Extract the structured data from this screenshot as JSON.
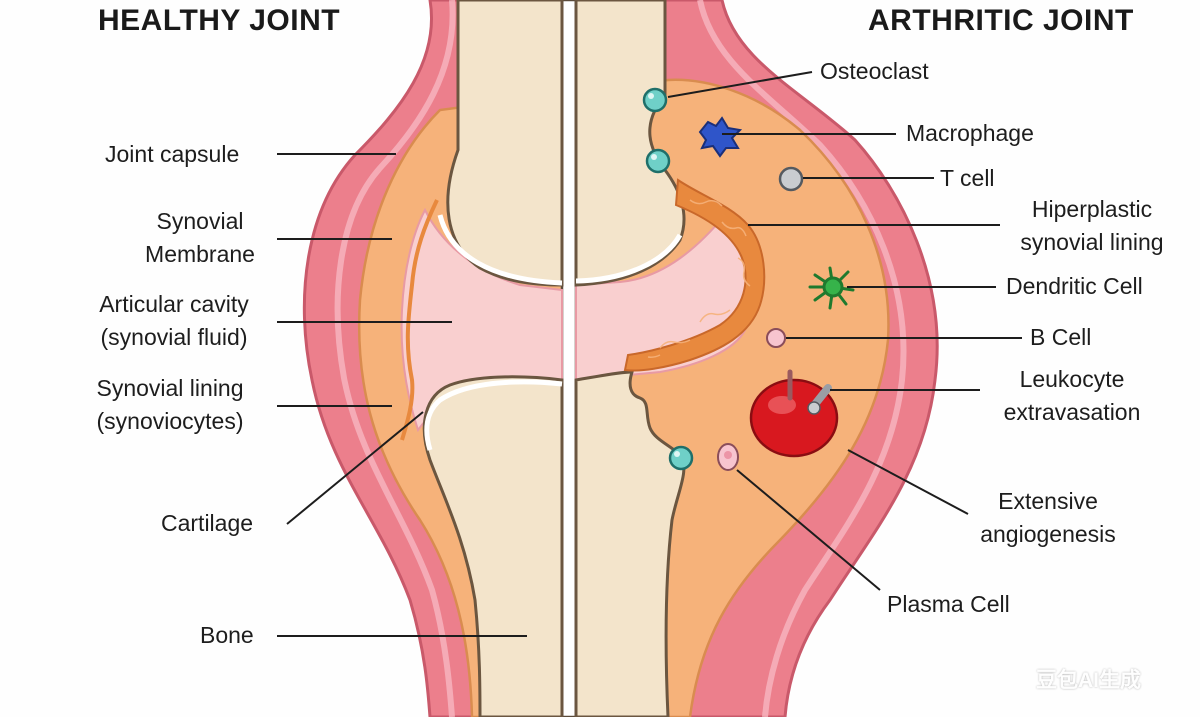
{
  "titles": {
    "left": "HEALTHY JOINT",
    "right": "ARTHRITIC JOINT"
  },
  "healthy_labels": {
    "joint_capsule": "Joint capsule",
    "synovial_membrane": [
      "Synovial",
      "Membrane"
    ],
    "articular_cavity": [
      "Articular cavity",
      "(synovial fluid)"
    ],
    "synovial_lining": [
      "Synovial lining",
      "(synoviocytes)"
    ],
    "cartilage": "Cartilage",
    "bone": "Bone"
  },
  "arthritic_labels": {
    "osteoclast": "Osteoclast",
    "macrophage": "Macrophage",
    "t_cell": "T cell",
    "hyperplastic_lining": [
      "Hiperplastic",
      "synovial lining"
    ],
    "dendritic_cell": "Dendritic Cell",
    "b_cell": "B Cell",
    "leukocyte_extravasation": [
      "Leukocyte",
      "extravasation"
    ],
    "extensive_angiogenesis": [
      "Extensive",
      "angiogenesis"
    ],
    "plasma_cell": "Plasma Cell"
  },
  "watermark": "豆包AI生成",
  "colors": {
    "capsule": "#ec7f8c",
    "capsule_light": "#f6b9c0",
    "membrane_fill": "#f6b27a",
    "synovial_fluid": "#f9cfcf",
    "bone": "#f3e4cb",
    "inflamed_lining": "#e8893e",
    "osteoclast": "#6fd0c8",
    "macrophage": "#2f55c9",
    "dendritic": "#36b34a",
    "blood_vessel": "#d8181f"
  }
}
